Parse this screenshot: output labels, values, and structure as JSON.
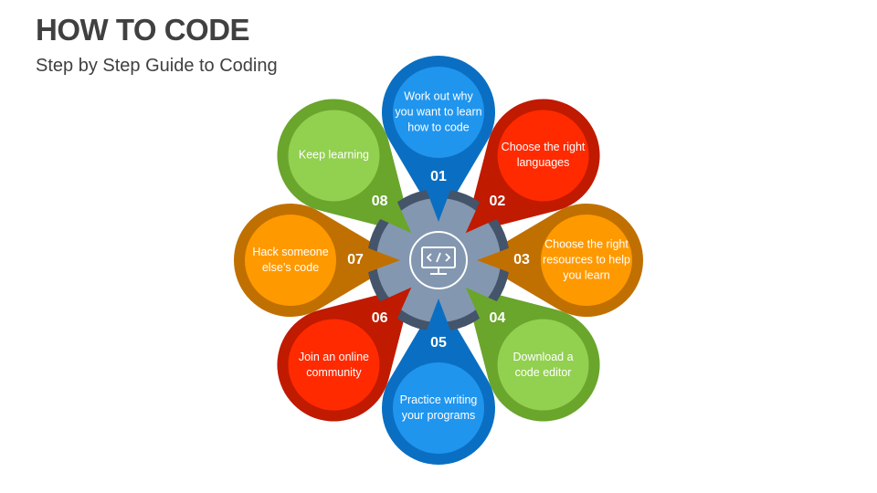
{
  "header": {
    "title": "HOW TO CODE",
    "subtitle": "Step by Step Guide to Coding"
  },
  "center": {
    "icon": "code-monitor-icon",
    "ring_color": "#44546a",
    "fill_color": "#8497b0"
  },
  "steps": [
    {
      "number": "01",
      "text": "Work out why you want to learn how to code",
      "outer": "#0a6fc2",
      "inner": "#1f95ee"
    },
    {
      "number": "02",
      "text": "Choose the right languages",
      "outer": "#c01a00",
      "inner": "#ff2a00"
    },
    {
      "number": "03",
      "text": "Choose the right resources to help you learn",
      "outer": "#c07000",
      "inner": "#ff9900"
    },
    {
      "number": "04",
      "text": "Download a code editor",
      "outer": "#6aa52c",
      "inner": "#92d050"
    },
    {
      "number": "05",
      "text": "Practice writing your programs",
      "outer": "#0a6fc2",
      "inner": "#1f95ee"
    },
    {
      "number": "06",
      "text": "Join an online community",
      "outer": "#c01a00",
      "inner": "#ff2a00"
    },
    {
      "number": "07",
      "text": "Hack someone else’s code",
      "outer": "#c07000",
      "inner": "#ff9900"
    },
    {
      "number": "08",
      "text": "Keep learning",
      "outer": "#6aa52c",
      "inner": "#92d050"
    }
  ]
}
